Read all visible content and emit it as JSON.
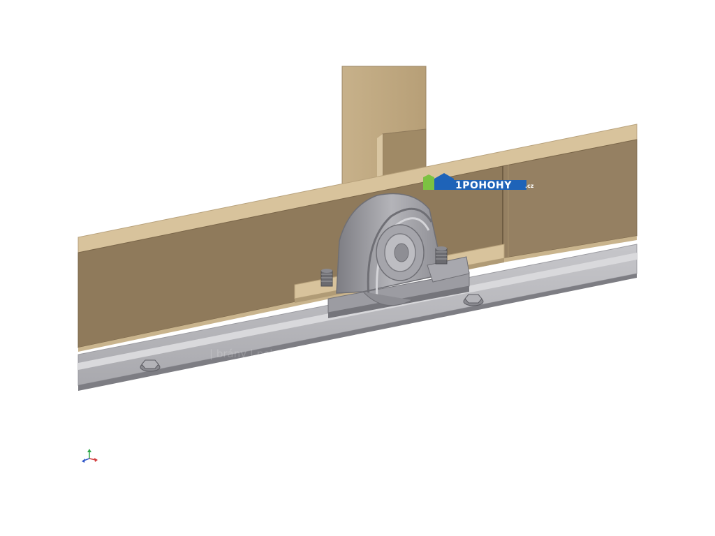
{
  "logo": {
    "brand_text": "1POHOHY",
    "domain_suffix": ".cz",
    "colors": {
      "green": "#7cc242",
      "blue": "#1e63b8",
      "dark_blue": "#123f7a"
    }
  },
  "watermark": {
    "text": "| brány | pohony | autobrány | závory |"
  },
  "axis_triad": {
    "colors": {
      "x": "#d23c3c",
      "y": "#2ea84a",
      "z": "#2f56c8"
    }
  },
  "palette": {
    "wood_front": "#8f7a5b",
    "wood_top": "#d8c39c",
    "wood_light": "#c9b48d",
    "metal_light": "#b9b9bd",
    "metal_mid": "#9a9aa0",
    "metal_dark": "#6f6f75"
  }
}
